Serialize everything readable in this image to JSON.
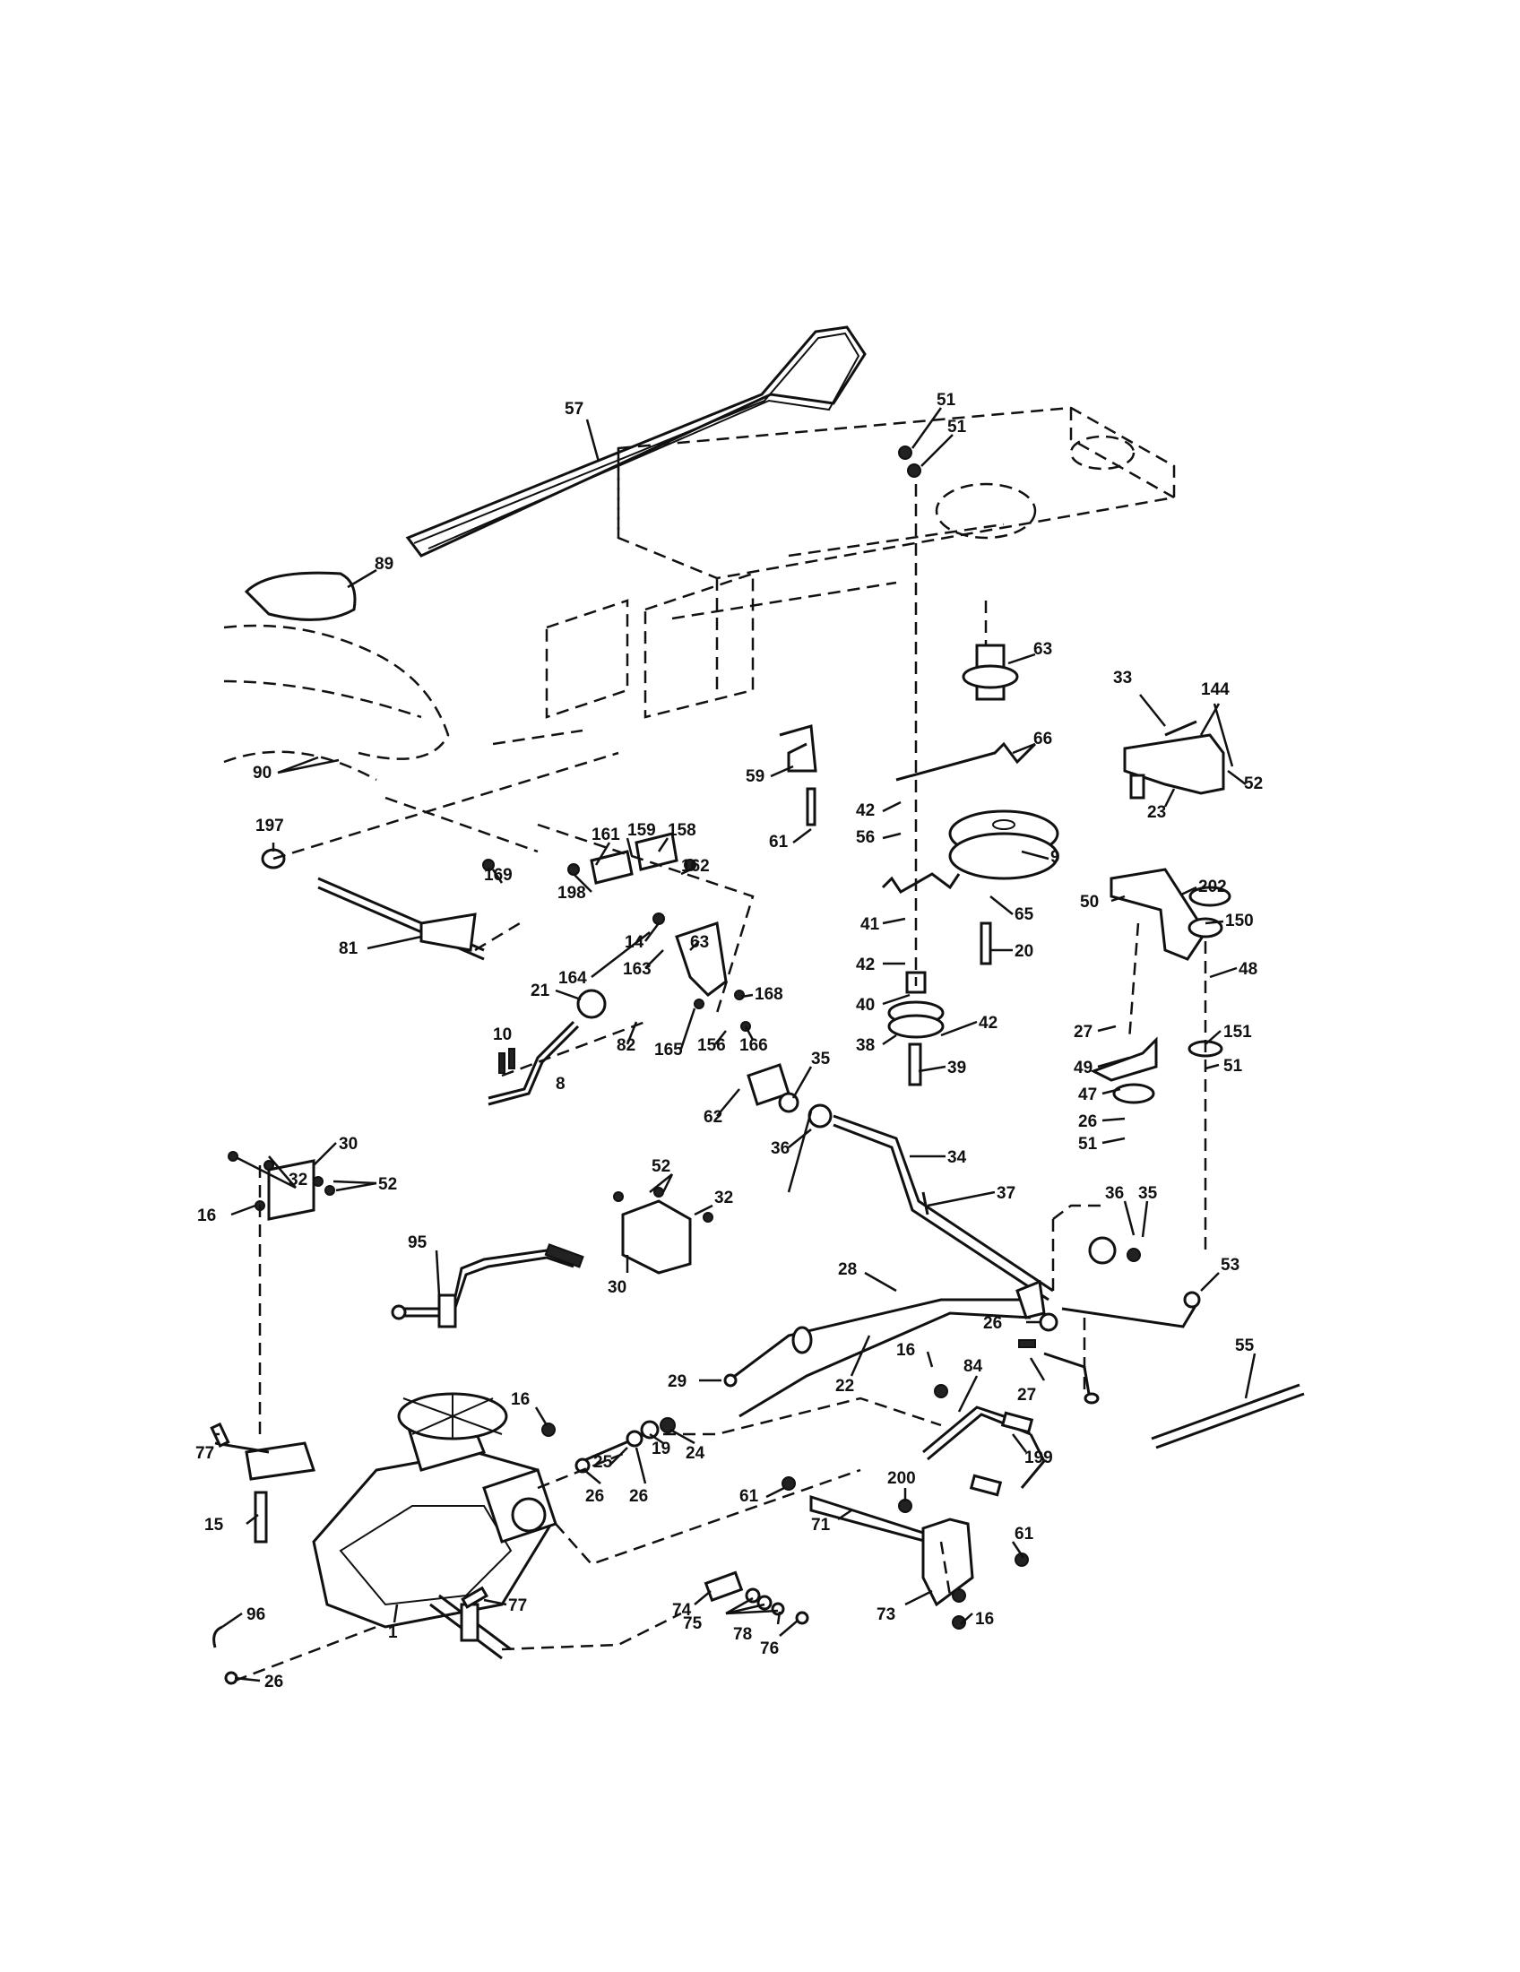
{
  "callouts": [
    {
      "id": "c57",
      "text": "57"
    },
    {
      "id": "c51a",
      "text": "51"
    },
    {
      "id": "c51b",
      "text": "51"
    },
    {
      "id": "c89",
      "text": "89"
    },
    {
      "id": "c63a",
      "text": "63"
    },
    {
      "id": "c33",
      "text": "33"
    },
    {
      "id": "c144",
      "text": "144"
    },
    {
      "id": "c66",
      "text": "66"
    },
    {
      "id": "c52a",
      "text": "52"
    },
    {
      "id": "c23",
      "text": "23"
    },
    {
      "id": "c90",
      "text": "90"
    },
    {
      "id": "c59",
      "text": "59"
    },
    {
      "id": "c42a",
      "text": "42"
    },
    {
      "id": "c56",
      "text": "56"
    },
    {
      "id": "c61a",
      "text": "61"
    },
    {
      "id": "c9",
      "text": "9"
    },
    {
      "id": "c197",
      "text": "197"
    },
    {
      "id": "c161",
      "text": "161"
    },
    {
      "id": "c159",
      "text": "159"
    },
    {
      "id": "c158",
      "text": "158"
    },
    {
      "id": "c169",
      "text": "169"
    },
    {
      "id": "c162",
      "text": "162"
    },
    {
      "id": "c198",
      "text": "198"
    },
    {
      "id": "c41",
      "text": "41"
    },
    {
      "id": "c65",
      "text": "65"
    },
    {
      "id": "c50",
      "text": "50"
    },
    {
      "id": "c202",
      "text": "202"
    },
    {
      "id": "c150",
      "text": "150"
    },
    {
      "id": "c14",
      "text": "14"
    },
    {
      "id": "c63b",
      "text": "63"
    },
    {
      "id": "c42b",
      "text": "42"
    },
    {
      "id": "c20",
      "text": "20"
    },
    {
      "id": "c48",
      "text": "48"
    },
    {
      "id": "c81",
      "text": "81"
    },
    {
      "id": "c164",
      "text": "164"
    },
    {
      "id": "c163",
      "text": "163"
    },
    {
      "id": "c40",
      "text": "40"
    },
    {
      "id": "c168",
      "text": "168"
    },
    {
      "id": "c21",
      "text": "21"
    },
    {
      "id": "c38",
      "text": "38"
    },
    {
      "id": "c42c",
      "text": "42"
    },
    {
      "id": "c27a",
      "text": "27"
    },
    {
      "id": "c151",
      "text": "151"
    },
    {
      "id": "c10",
      "text": "10"
    },
    {
      "id": "c82",
      "text": "82"
    },
    {
      "id": "c165",
      "text": "165"
    },
    {
      "id": "c156",
      "text": "156"
    },
    {
      "id": "c166",
      "text": "166"
    },
    {
      "id": "c35a",
      "text": "35"
    },
    {
      "id": "c39",
      "text": "39"
    },
    {
      "id": "c51c",
      "text": "51"
    },
    {
      "id": "c49",
      "text": "49"
    },
    {
      "id": "c8",
      "text": "8"
    },
    {
      "id": "c62",
      "text": "62"
    },
    {
      "id": "c47",
      "text": "47"
    },
    {
      "id": "c26a",
      "text": "26"
    },
    {
      "id": "c36a",
      "text": "36"
    },
    {
      "id": "c51d",
      "text": "51"
    },
    {
      "id": "c32a",
      "text": "32"
    },
    {
      "id": "c30a",
      "text": "30"
    },
    {
      "id": "c34",
      "text": "34"
    },
    {
      "id": "c52b",
      "text": "52"
    },
    {
      "id": "c52c",
      "text": "52"
    },
    {
      "id": "c16a",
      "text": "16"
    },
    {
      "id": "c37",
      "text": "37"
    },
    {
      "id": "c36b",
      "text": "36"
    },
    {
      "id": "c35b",
      "text": "35"
    },
    {
      "id": "c32b",
      "text": "32"
    },
    {
      "id": "c95",
      "text": "95"
    },
    {
      "id": "c53",
      "text": "53"
    },
    {
      "id": "c30b",
      "text": "30"
    },
    {
      "id": "c28",
      "text": "28"
    },
    {
      "id": "c55",
      "text": "55"
    },
    {
      "id": "c26b",
      "text": "26"
    },
    {
      "id": "c16b",
      "text": "16"
    },
    {
      "id": "c29",
      "text": "29"
    },
    {
      "id": "c84",
      "text": "84"
    },
    {
      "id": "c22",
      "text": "22"
    },
    {
      "id": "c27b",
      "text": "27"
    },
    {
      "id": "c16c",
      "text": "16"
    },
    {
      "id": "c77a",
      "text": "77"
    },
    {
      "id": "c19",
      "text": "19"
    },
    {
      "id": "c24",
      "text": "24"
    },
    {
      "id": "c25",
      "text": "25"
    },
    {
      "id": "c199",
      "text": "199"
    },
    {
      "id": "c200",
      "text": "200"
    },
    {
      "id": "c26c",
      "text": "26"
    },
    {
      "id": "c26d",
      "text": "26"
    },
    {
      "id": "c61b",
      "text": "61"
    },
    {
      "id": "c15",
      "text": "15"
    },
    {
      "id": "c71",
      "text": "71"
    },
    {
      "id": "c61c",
      "text": "61"
    },
    {
      "id": "c77b",
      "text": "77"
    },
    {
      "id": "c74",
      "text": "74"
    },
    {
      "id": "c96",
      "text": "96"
    },
    {
      "id": "c73",
      "text": "73"
    },
    {
      "id": "c16d",
      "text": "16"
    },
    {
      "id": "c75",
      "text": "75"
    },
    {
      "id": "c78",
      "text": "78"
    },
    {
      "id": "c1",
      "text": "1"
    },
    {
      "id": "c76",
      "text": "76"
    },
    {
      "id": "c26e",
      "text": "26"
    }
  ]
}
